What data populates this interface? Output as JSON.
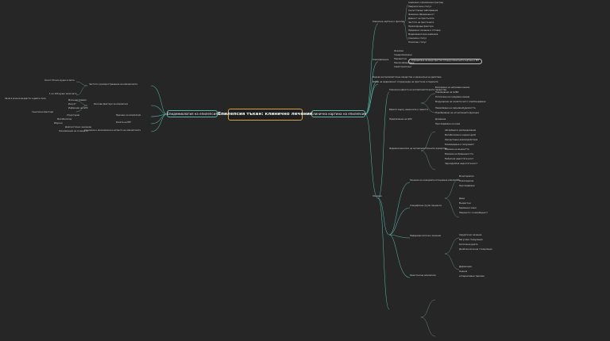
{
  "root": {
    "title": "Епилепсия тъкан: клинично лечение"
  },
  "left_main": {
    "label": "Епидемиология на епилепсия"
  },
  "right_main": {
    "label": "Клинична картина на епилепсия"
  },
  "right_top": {
    "label": "Клинична картина и преглед",
    "items": [
      "Анамнеза и физикален преглед",
      "Неврологичен статус",
      "Съпътстващи заболявания",
      "Фамилна обремененост",
      "Давност на пристъпите",
      "Честота на пристъпите",
      "Провокиращи фактори",
      "Предишно лечение и отговор",
      "Медикаментозна анамнеза",
      "Социален статус",
      "Психичен статус"
    ]
  },
  "right_mid": {
    "label": "Класификация",
    "items": [
      "Фокални",
      "Генерализирани",
      "Неизвестни",
      "Некласифицирани",
      "Симптоматични"
    ],
    "note": "Определяне на вида пристъп според клиничната картина и ЕЕГ"
  },
  "right_lower": {
    "label": "Лечение",
    "bullets": [
      "Видове антиепилептични лекарства и механизъм на действие",
      "Избор на медикамент според вида на пристъпа и пациента"
    ],
    "sections": [
      {
        "label": "Клинични ефекти на антиепилептичните лекарства",
        "items": [
          "Блокиране на натриеви канали",
          "Повишаване на GABA",
          "Потискане на калциеви канали",
          "Модулиране на синаптичното освобождаване"
        ]
      },
      {
        "label": "Ефекти върху невроните и паметта",
        "items": [
          "Намаляване на свръхвъзбудимостта",
          "Подобряване на когнитивната функция"
        ]
      },
      {
        "label": "Предпазване на ЦНС",
        "items": [
          "Дозиране",
          "Проследяване на нива"
        ]
      },
      {
        "label": "Фармакокинетика на антиепилептичните лекарства",
        "items": [
          "Абсорбция и разпределение",
          "Метаболизъм в черния дроб",
          "Лекарствени взаимодействия",
          "Елиминиране и полуживот",
          "Влияние на възрастта",
          "Влияние на бременността",
          "Бъбречна недостатъчност",
          "Чернодробна недостатъчност"
        ]
      },
      {
        "label": "Лечение на новодиагностицирана епилепсия",
        "items": [
          "Монотерапия",
          "Политерапия",
          "Проследяване"
        ]
      },
      {
        "label": "Специфични групи пациенти",
        "items": [
          "Деца",
          "Възрастни",
          "Бременни жени",
          "Пациенти с коморбидност"
        ]
      },
      {
        "label": "Нефармакологично лечение",
        "items": [
          "Хирургично лечение",
          "Вагусова стимулация",
          "Кетогенна диета",
          "Дълбока мозъчна стимулация"
        ]
      },
      {
        "label": "Резистентна епилепсия",
        "items": [
          "Дефиниция",
          "Оценка",
          "Алтернативни терапии"
        ]
      }
    ]
  },
  "left_branches": [
    {
      "label": "Честота и разпространение на епилепсията",
      "items": [
        "Около 50 млн души в света",
        "1 на 100 души засегнати",
        "Засяга всички възрасти и двата пола"
      ]
    },
    {
      "label": "Рискови фактори за епилепсия",
      "items": [
        "Мозъчни травми",
        "Инсулт",
        "Инфекции на ЦНС",
        "Генетични фактори"
      ]
    },
    {
      "label": "Причини за епилепсия",
      "items": [
        "Структурни",
        "Метаболитни",
        "Имунни"
      ]
    },
    {
      "label": "Ролята на ЕЕГ",
      "items": [
        "Диагностично значение",
        "Локализация на огнището"
      ]
    },
    {
      "label": "Социални и икономически аспекти на епилепсията",
      "items": []
    }
  ]
}
